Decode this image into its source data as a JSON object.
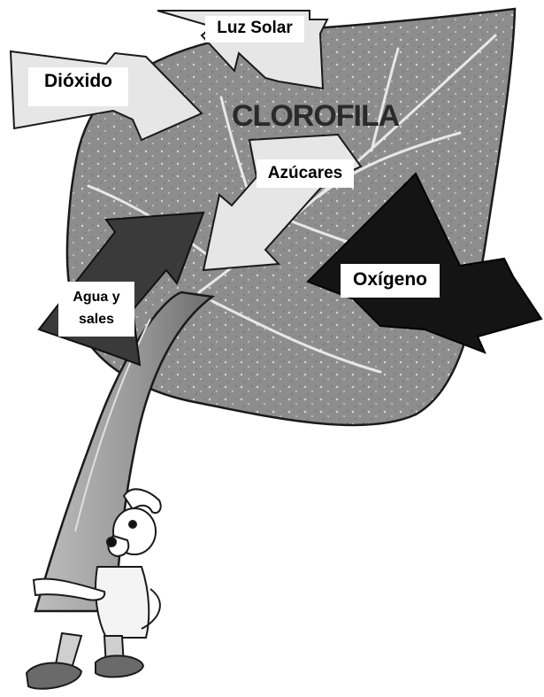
{
  "diagram": {
    "leaf_label": "CLOROFILA",
    "labels": {
      "luz_solar": "Luz Solar",
      "dioxido": "Dióxido",
      "azucares": "Azúcares",
      "oxigeno": "Oxígeno",
      "agua_y_sales": "Agua y sales"
    },
    "colors": {
      "leaf": "#8f8f8f",
      "leaf_dark": "#5a5a5a",
      "arrow_light": "#e4e4e4",
      "arrow_mid": "#9a9a9a",
      "arrow_dark": "#333333",
      "arrow_black": "#111111",
      "outline": "#1a1a1a"
    }
  }
}
